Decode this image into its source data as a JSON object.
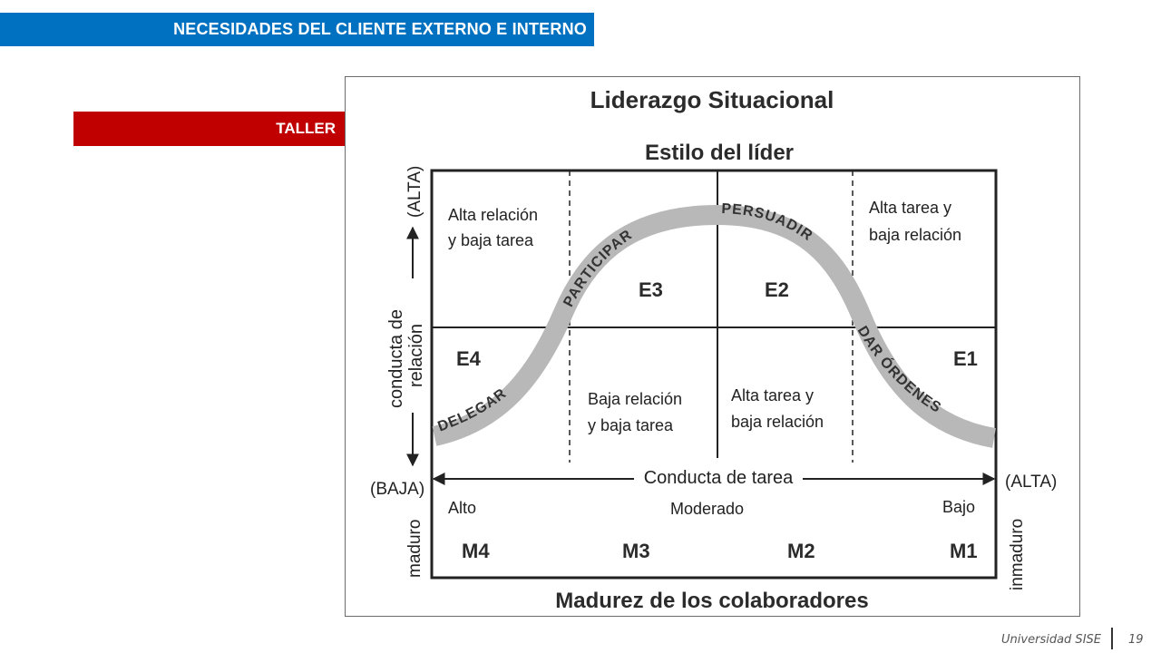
{
  "header": {
    "title": "NECESIDADES DEL CLIENTE EXTERNO E INTERNO"
  },
  "section": {
    "label": "TALLER"
  },
  "diagram": {
    "title": "Liderazgo Situacional",
    "top_label": "Estilo del líder",
    "bottom_label": "Madurez de los colaboradores",
    "quadrants": {
      "q_tl": [
        "Alta relación",
        "y baja tarea"
      ],
      "q_tr": [
        "Alta tarea y",
        "baja relación"
      ],
      "q_bl": [
        "Baja relación",
        "y baja tarea"
      ],
      "q_br": [
        "Alta tarea y",
        "baja relación"
      ]
    },
    "styles": {
      "e1": "E1",
      "e2": "E2",
      "e3": "E3",
      "e4": "E4"
    },
    "curve_labels": {
      "delegar": "DELEGAR",
      "participar": "PARTICIPAR",
      "persuadir": "PERSUADIR",
      "dar_ordenes": "DAR ÓRDENES"
    },
    "y_axis": {
      "label_line1": "conducta de",
      "label_line2": "relación",
      "high": "(ALTA)",
      "low": "(BAJA)"
    },
    "x_axis": {
      "label": "Conducta de tarea",
      "high": "(ALTA)"
    },
    "maturity_levels": {
      "alto": "Alto",
      "moderado": "Moderado",
      "bajo": "Bajo"
    },
    "maturity_codes": {
      "m4": "M4",
      "m3": "M3",
      "m2": "M2",
      "m1": "M1"
    },
    "maturity_ends": {
      "left": "maduro",
      "right": "inmaduro"
    }
  },
  "footer": {
    "brand": "Universidad SISE",
    "page": "19"
  }
}
